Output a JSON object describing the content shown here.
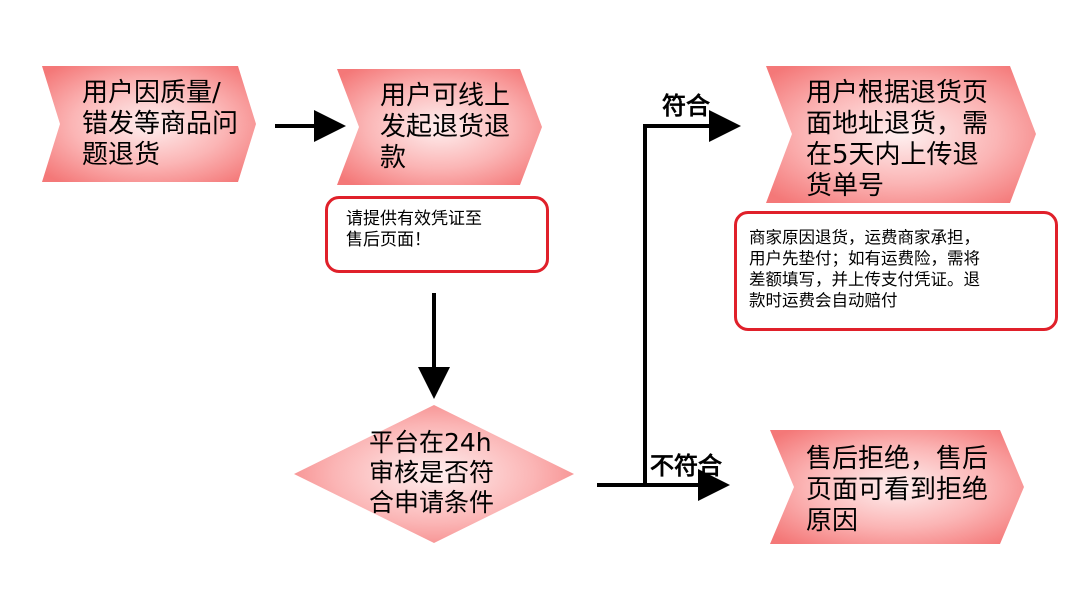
{
  "nodes": {
    "step1": {
      "text": "用户因质量/\n错发等商品问\n题退货"
    },
    "step2": {
      "text": "用户可线上\n发起退货退\n款"
    },
    "decision": {
      "text": "平台在24h\n审核是否符\n合申请条件"
    },
    "approved": {
      "text": "用户根据退货页\n面地址退货，需\n在5天内上传退\n货单号"
    },
    "rejected": {
      "text": "售后拒绝，售后\n页面可看到拒绝\n原因"
    }
  },
  "notes": {
    "evidence": {
      "text": "请提供有效凭证至\n售后页面！"
    },
    "shipping": {
      "text": "商家原因退货，运费商家承担，\n用户先垫付；如有运费险，需将\n差额填写，并上传支付凭证。退\n款时运费会自动赔付"
    }
  },
  "edges": {
    "yes_label": "符合",
    "no_label": "不符合"
  },
  "colors": {
    "shape_center": "#fef0f0",
    "shape_edge": "#f47878",
    "note_border": "#e0202a",
    "line": "#000000"
  }
}
